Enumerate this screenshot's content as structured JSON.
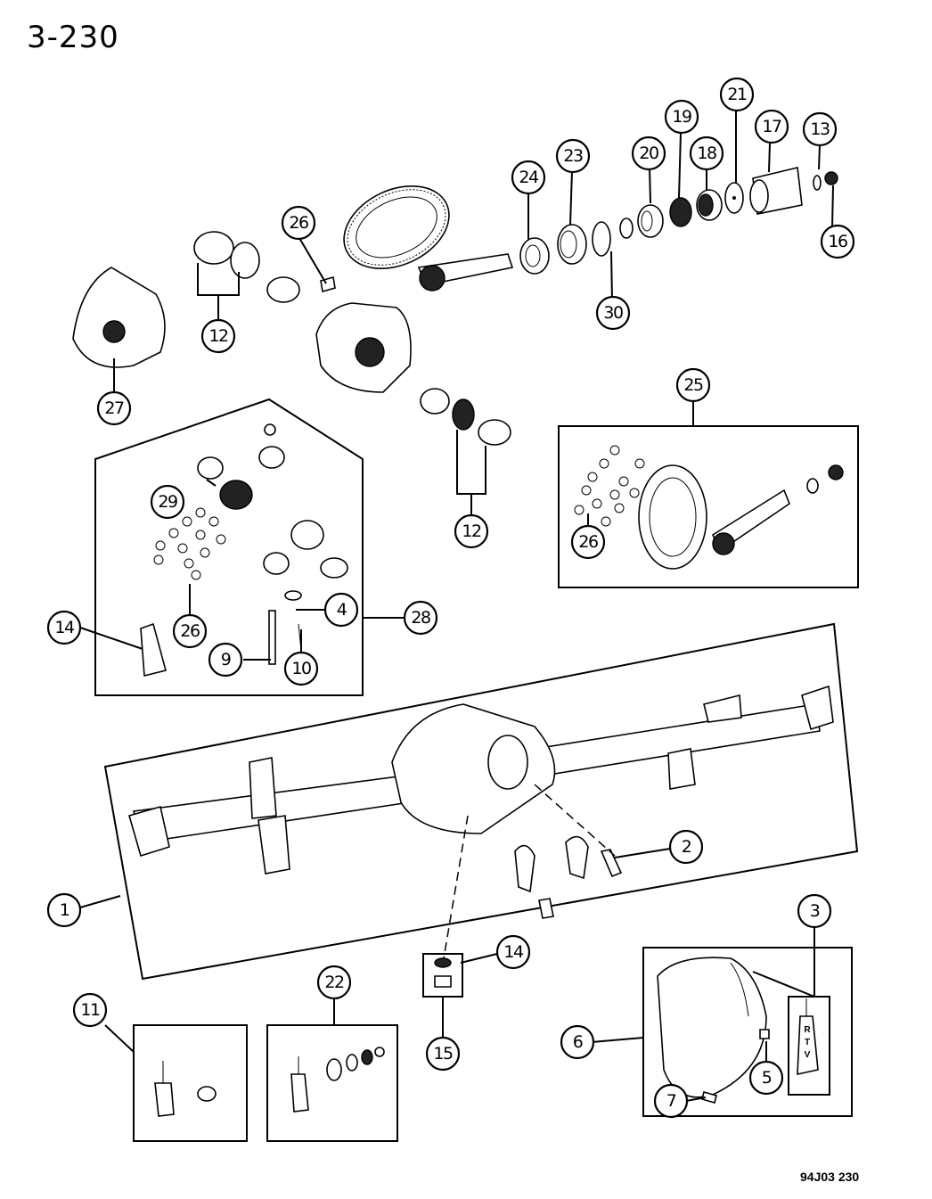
{
  "page_number": "3-230",
  "figure_code": "94J03 230",
  "rtv_label": "RTV",
  "callouts": [
    {
      "id": "c1",
      "label": "1"
    },
    {
      "id": "c2",
      "label": "2"
    },
    {
      "id": "c3",
      "label": "3"
    },
    {
      "id": "c4",
      "label": "4"
    },
    {
      "id": "c5",
      "label": "5"
    },
    {
      "id": "c6",
      "label": "6"
    },
    {
      "id": "c7",
      "label": "7"
    },
    {
      "id": "c9",
      "label": "9"
    },
    {
      "id": "c10",
      "label": "10"
    },
    {
      "id": "c11",
      "label": "11"
    },
    {
      "id": "c12a",
      "label": "12"
    },
    {
      "id": "c12b",
      "label": "12"
    },
    {
      "id": "c13",
      "label": "13"
    },
    {
      "id": "c14a",
      "label": "14"
    },
    {
      "id": "c14b",
      "label": "14"
    },
    {
      "id": "c15",
      "label": "15"
    },
    {
      "id": "c16",
      "label": "16"
    },
    {
      "id": "c17",
      "label": "17"
    },
    {
      "id": "c18",
      "label": "18"
    },
    {
      "id": "c19",
      "label": "19"
    },
    {
      "id": "c20",
      "label": "20"
    },
    {
      "id": "c21",
      "label": "21"
    },
    {
      "id": "c22",
      "label": "22"
    },
    {
      "id": "c23",
      "label": "23"
    },
    {
      "id": "c24",
      "label": "24"
    },
    {
      "id": "c25",
      "label": "25"
    },
    {
      "id": "c26a",
      "label": "26"
    },
    {
      "id": "c26b",
      "label": "26"
    },
    {
      "id": "c26c",
      "label": "26"
    },
    {
      "id": "c27",
      "label": "27"
    },
    {
      "id": "c28",
      "label": "28"
    },
    {
      "id": "c29",
      "label": "29"
    },
    {
      "id": "c30",
      "label": "30"
    }
  ]
}
